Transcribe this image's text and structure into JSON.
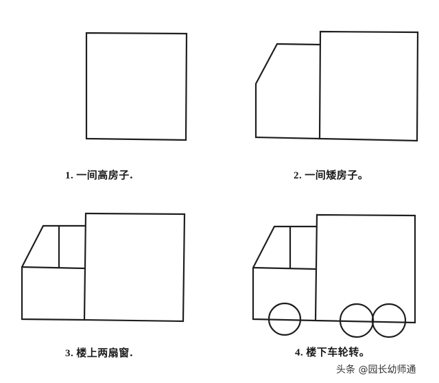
{
  "steps": [
    {
      "number": "1.",
      "text": "一间高房子."
    },
    {
      "number": "2.",
      "text": "一间矮房子。"
    },
    {
      "number": "3.",
      "text": "楼上两扇窗."
    },
    {
      "number": "4.",
      "text": "楼下车轮转。"
    }
  ],
  "watermark": "头条 @园长幼师通",
  "colors": {
    "line": "#1e1e1e",
    "background": "#ffffff"
  },
  "drawings": [
    {
      "step": 1,
      "shapes": [
        "tall-box"
      ]
    },
    {
      "step": 2,
      "shapes": [
        "tall-box",
        "low-box-with-slanted-corner"
      ]
    },
    {
      "step": 3,
      "shapes": [
        "tall-box",
        "cab",
        "two-windows"
      ]
    },
    {
      "step": 4,
      "shapes": [
        "tall-box",
        "cab",
        "two-windows",
        "three-wheels"
      ]
    }
  ]
}
